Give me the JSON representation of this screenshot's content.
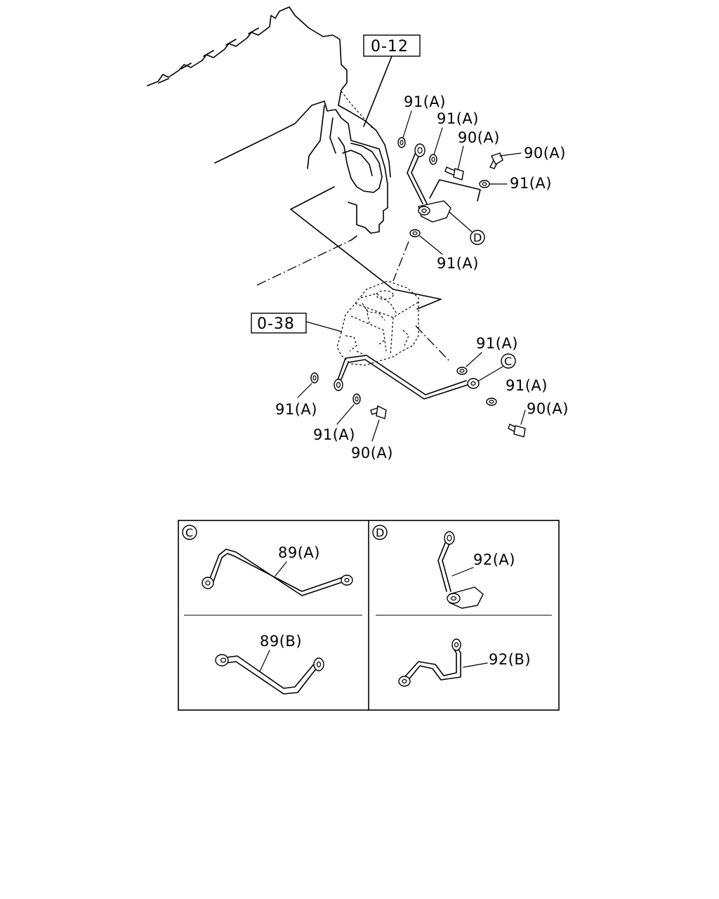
{
  "callouts": {
    "ref_0_12": "0-12",
    "ref_0_38": "0-38",
    "l1": "91(A)",
    "l2": "91(A)",
    "l3": "90(A)",
    "l4": "90(A)",
    "l5": "91(A)",
    "l6": "91(A)",
    "l7": "91(A)",
    "l8": "91(A)",
    "l9": "90(A)",
    "l10": "91(A)",
    "l11": "91(A)",
    "l12": "90(A)",
    "circle_d": "D",
    "circle_c": "C"
  },
  "detail_panel": {
    "c_label": "C",
    "d_label": "D",
    "p89a": "89(A)",
    "p89b": "89(B)",
    "p92a": "92(A)",
    "p92b": "92(B)"
  }
}
